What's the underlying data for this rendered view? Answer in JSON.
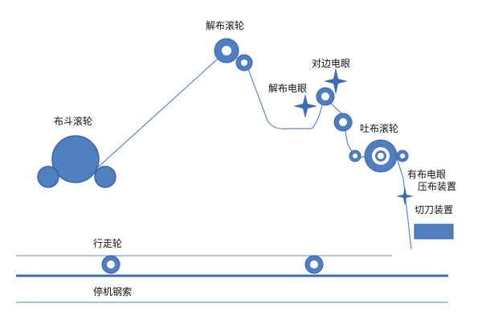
{
  "labels": {
    "cloth_hopper_roller": "布斗滚轮",
    "unwind_roller": "解布滚轮",
    "edge_align_sensor": "对边电眼",
    "unwind_sensor": "解布电眼",
    "output_roller": "吐布滚轮",
    "cloth_present_sensor": "有布电眼",
    "press_device": "压布装置",
    "cutter_device": "切刀装置",
    "travel_wheel": "行走轮",
    "stop_wire_rope": "停机钢索"
  },
  "colors": {
    "roller_fill": "#4f7fbf",
    "roller_stroke": "#3a65a8",
    "line": "#5b87c6",
    "rail": "#3e6db5",
    "text": "#111111"
  }
}
